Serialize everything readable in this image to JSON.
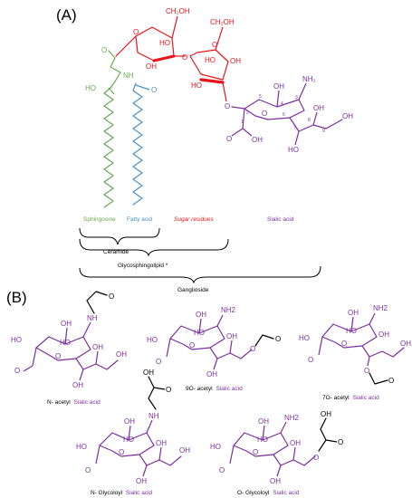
{
  "colors": {
    "ceramide_green": "#6aa84f",
    "fatty_blue": "#4a90c8",
    "sugar_red": "#e8141b",
    "sialic_purple": "#7b2fa0",
    "black": "#000000"
  },
  "panel_a": {
    "label": "(A)",
    "atoms": {
      "ch2oh": "CH₂OH",
      "ho": "HO",
      "oh": "OH",
      "o": "O",
      "nh": "NH",
      "nh2": "NH₂"
    },
    "numbers": [
      "1",
      "2",
      "3",
      "4",
      "5",
      "6",
      "7",
      "8",
      "9"
    ],
    "components": {
      "sphingosine": "Sphingosine",
      "fatty_acid": "Fatty acid",
      "sugar_residues": "Sugar residues",
      "sialic_acid": "Sialic acid"
    },
    "groups": {
      "ceramide": "Ceramide",
      "glycosphingolipid": "Glycosphingolipid *",
      "ganglioside": "Ganglioside"
    }
  },
  "panel_b": {
    "label": "(B)",
    "atoms": {
      "nh2": "NH2",
      "nh": "NH",
      "ho": "HO",
      "oh": "OH",
      "o": "O"
    },
    "variants": [
      {
        "prefix": "N- acetyl",
        "suffix": "Sialic acid"
      },
      {
        "prefix": "9O- acetyl",
        "suffix": "Sialic acid"
      },
      {
        "prefix": "7O- acetyl",
        "suffix": "Sialic acid"
      },
      {
        "prefix": "N- Glycoloyl",
        "suffix": "Sialic acid"
      },
      {
        "prefix": "O- Glycoloyl",
        "suffix": "Sialic acid"
      }
    ]
  }
}
